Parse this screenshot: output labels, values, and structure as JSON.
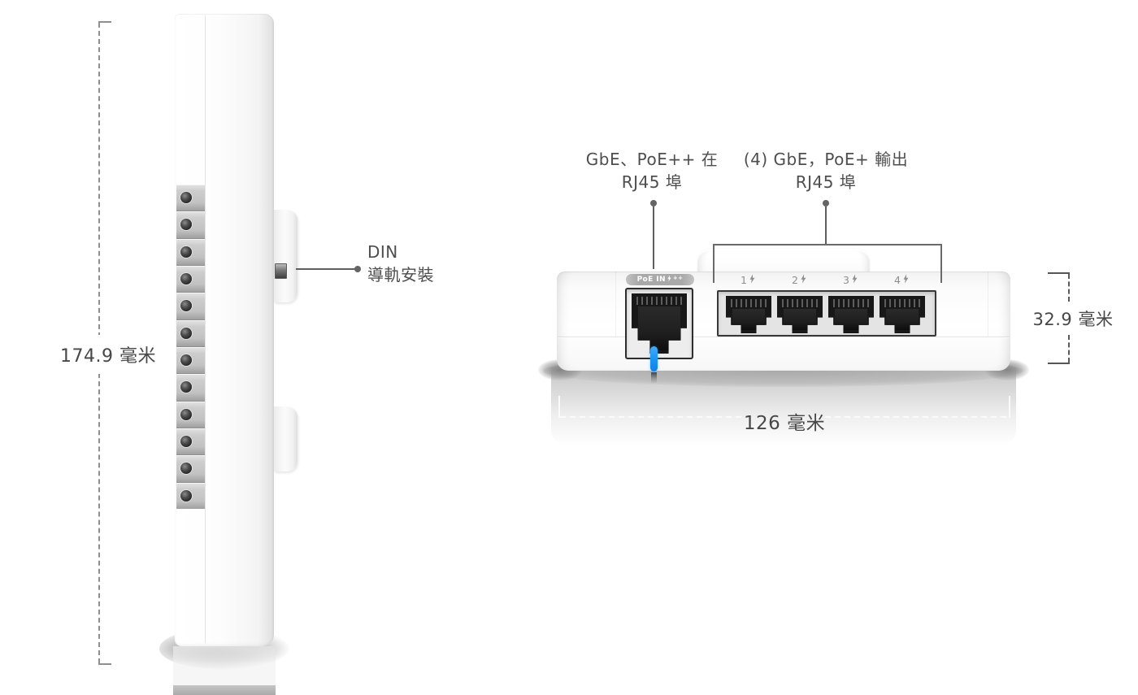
{
  "canvas": {
    "background_color": "#ffffff"
  },
  "side_view": {
    "height_dimension_label": "174.9 毫米",
    "din_mount_label_line1": "DIN",
    "din_mount_label_line2": "導軌安裝",
    "mount_segment_count": 12
  },
  "front_view": {
    "poe_in_annotation_line1": "GbE、PoE++ 在",
    "poe_in_annotation_line2": "RJ45 埠",
    "poe_out_annotation_line1": "(4) GbE，PoE+ 輸出",
    "poe_out_annotation_line2": "RJ45 埠",
    "poe_in_badge_text": "PoE IN",
    "poe_in_badge_suffix": "++",
    "poe_in_badge_icon": "lightning-bolt-icon",
    "port_numbers": [
      "1",
      "2",
      "3",
      "4"
    ],
    "port_label_icon": "lightning-bolt-icon",
    "width_dimension_label": "126 毫米",
    "height_dimension_label": "32.9 毫米"
  },
  "colors": {
    "annotation_text": "#4e4e4e",
    "dimension_line_gray": "#8f8f8f",
    "leader_line": "#5f5f5f",
    "led_blue": "#1f97f4",
    "port_black": "#181818",
    "port_panel_gray": "#e4e4e4",
    "badge_gray": "#a9a9a9"
  }
}
